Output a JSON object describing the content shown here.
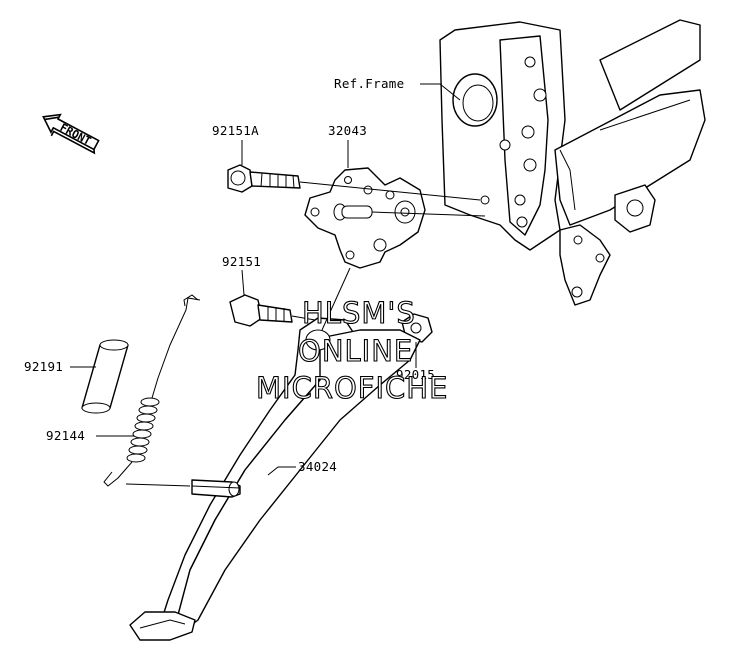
{
  "labels": {
    "ref_frame": "Ref.Frame",
    "front": "FRONT",
    "p92151A": "92151A",
    "p32043": "32043",
    "p92151": "92151",
    "p92191": "92191",
    "p92144": "92144",
    "p34024": "34024",
    "p92015": "92015"
  },
  "watermark": {
    "line1": "HLSM'S",
    "line2": "ONLINE",
    "line3": "MICROFICHE"
  }
}
